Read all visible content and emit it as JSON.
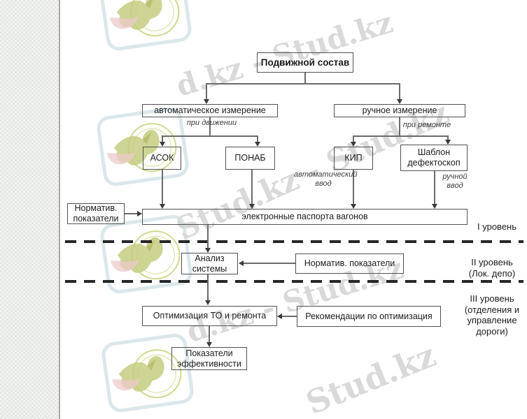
{
  "site_watermark": {
    "brand": "Stud.kz",
    "pair_text": "Stud.kz - Stud.kz",
    "fragment_text": "d.kz - Stud.kz",
    "single_text": "Stud.kz",
    "logo_name": "stud-kz-hummingbird-logo"
  },
  "colors": {
    "box_border": "#515151",
    "connector": "#6b6b6b",
    "dashed_line": "#262626",
    "watermark_gray": "#d9d9d9",
    "logo_olive": "#c6cc80",
    "logo_pink": "#eccaca",
    "logo_frame": "#dbe7ea"
  },
  "nodes": {
    "root": "Подвижной состав",
    "auto_measure": "автоматическое измерение",
    "auto_note": "при движении",
    "manual_measure": "ручное измерение",
    "manual_note": "при ремонте",
    "asok": "АСОК",
    "ponab": "ПОНАБ",
    "kip": "КИП",
    "template_l1": "Шаблон",
    "template_l2": "дефектоскоп",
    "auto_input_l1": "автоматический",
    "auto_input_l2": "ввод",
    "manual_input": "ручной ввод",
    "norm1_l1": "Норматив.",
    "norm1_l2": "показатели",
    "passports": "электронные паспорта вагонов",
    "analysis_l1": "Анализ",
    "analysis_l2": "системы",
    "norm2": "Норматив. показатели",
    "optimization": "Оптимизация ТО и ремонта",
    "recommendations": "Рекомендации по оптимизация",
    "indicators_l1": "Показатели",
    "indicators_l2": "эффективности"
  },
  "levels": {
    "l1": "I уровень",
    "l2_line1": "II уровень",
    "l2_line2": "(Лок. депо)",
    "l3_line1": "III уровень",
    "l3_line2": "(отделения и",
    "l3_line3": "управление",
    "l3_line4": "дороги)"
  }
}
